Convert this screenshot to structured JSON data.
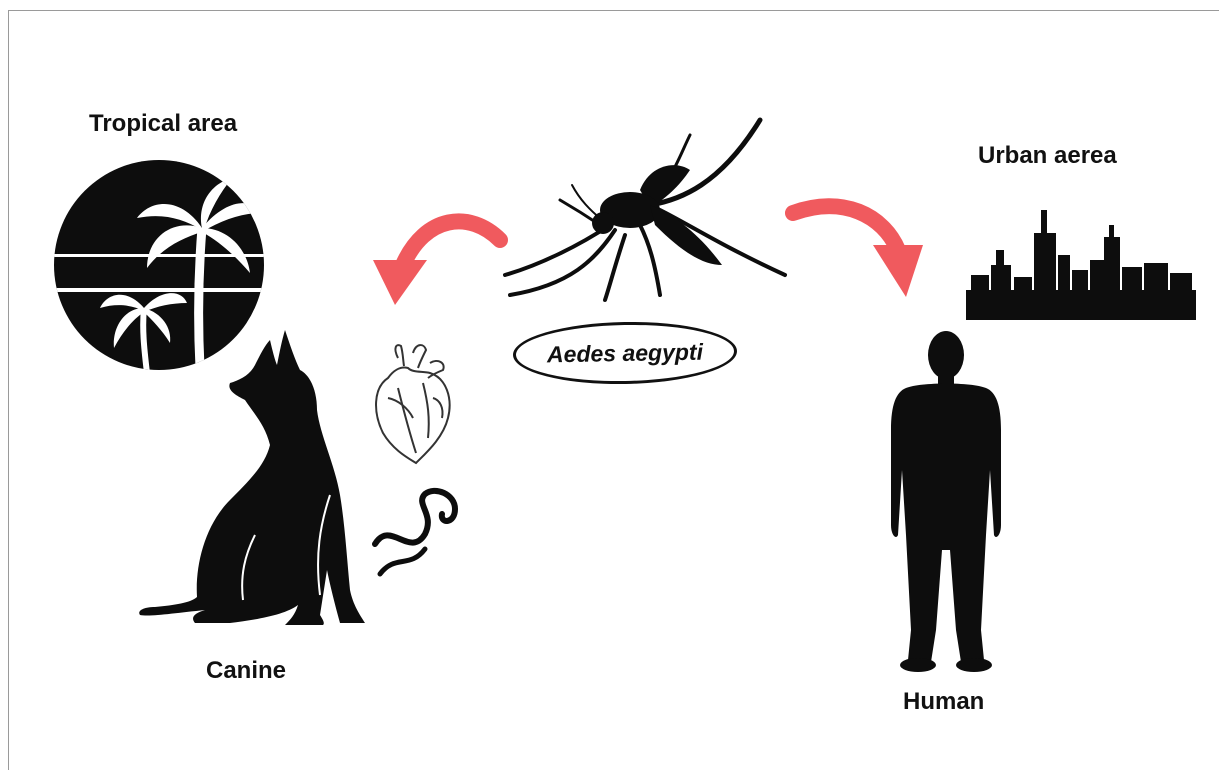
{
  "labels": {
    "tropical": "Tropical area",
    "urban": "Urban aerea",
    "canine": "Canine",
    "human": "Human"
  },
  "vector": {
    "species": "Aedes aegypti"
  },
  "colors": {
    "arrow": "#f05a5e",
    "silhouette": "#0d0d0d",
    "background": "#ffffff"
  },
  "icons": [
    "palm-sun-icon",
    "mosquito-icon",
    "city-skyline-icon",
    "dog-icon",
    "heart-icon",
    "worm-icon",
    "human-icon",
    "arrow-icon"
  ]
}
